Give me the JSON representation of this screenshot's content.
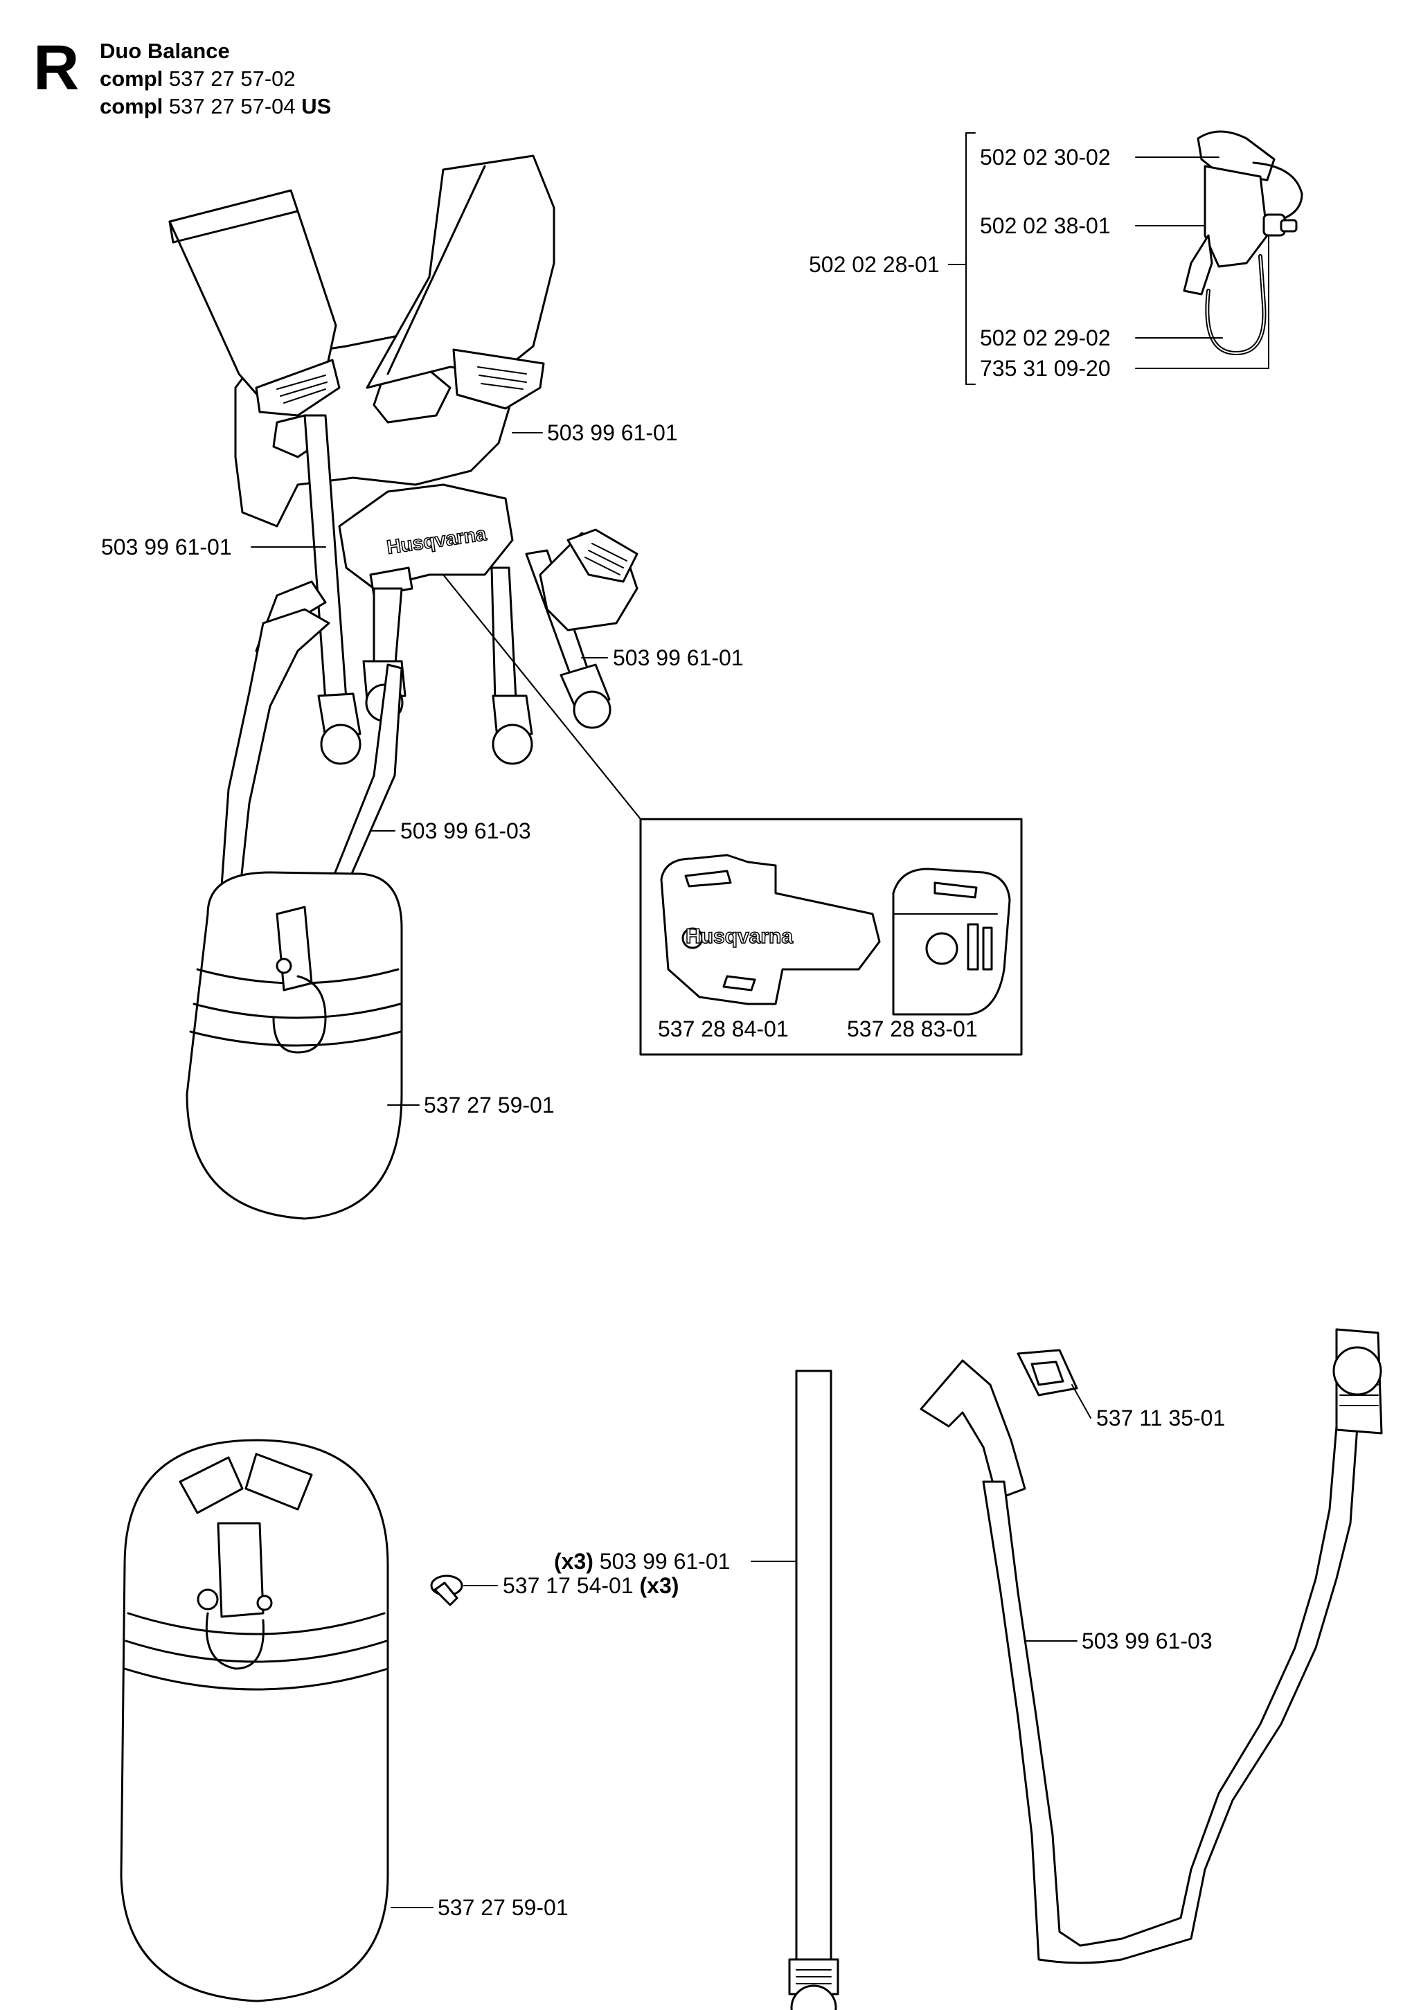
{
  "section_letter": "R",
  "header": {
    "title": "Duo Balance",
    "line2": {
      "prefix": "compl",
      "number": "537 27 57-02",
      "suffix": ""
    },
    "line3": {
      "prefix": "compl",
      "number": "537 27 57-04",
      "suffix": "US"
    }
  },
  "parts": {
    "hook_assembly": "502 02 28-01",
    "hook_cover": "502 02 30-02",
    "hook_spring": "502 02 38-01",
    "hook_loop": "502 02 29-02",
    "hook_pin": "735 31 09-20",
    "strap_upper_right": "503 99 61-01",
    "strap_left": "503 99 61-01",
    "strap_lower_right": "503 99 61-01",
    "hip_strap": "503 99 61-03",
    "hip_pad": "537 27 59-01",
    "chest_plate_front": "537 28 84-01",
    "chest_plate_back": "537 28 83-01",
    "buckle": "537 11 35-01",
    "strap_single_qty": "(x3)",
    "strap_single": "503 99 61-01",
    "hip_strap_detail": "503 99 61-03",
    "screw": "537 17 54-01",
    "screw_qty": "(x3)",
    "hip_pad_detail": "537 27 59-01"
  },
  "logo_text": "Husqvarna"
}
